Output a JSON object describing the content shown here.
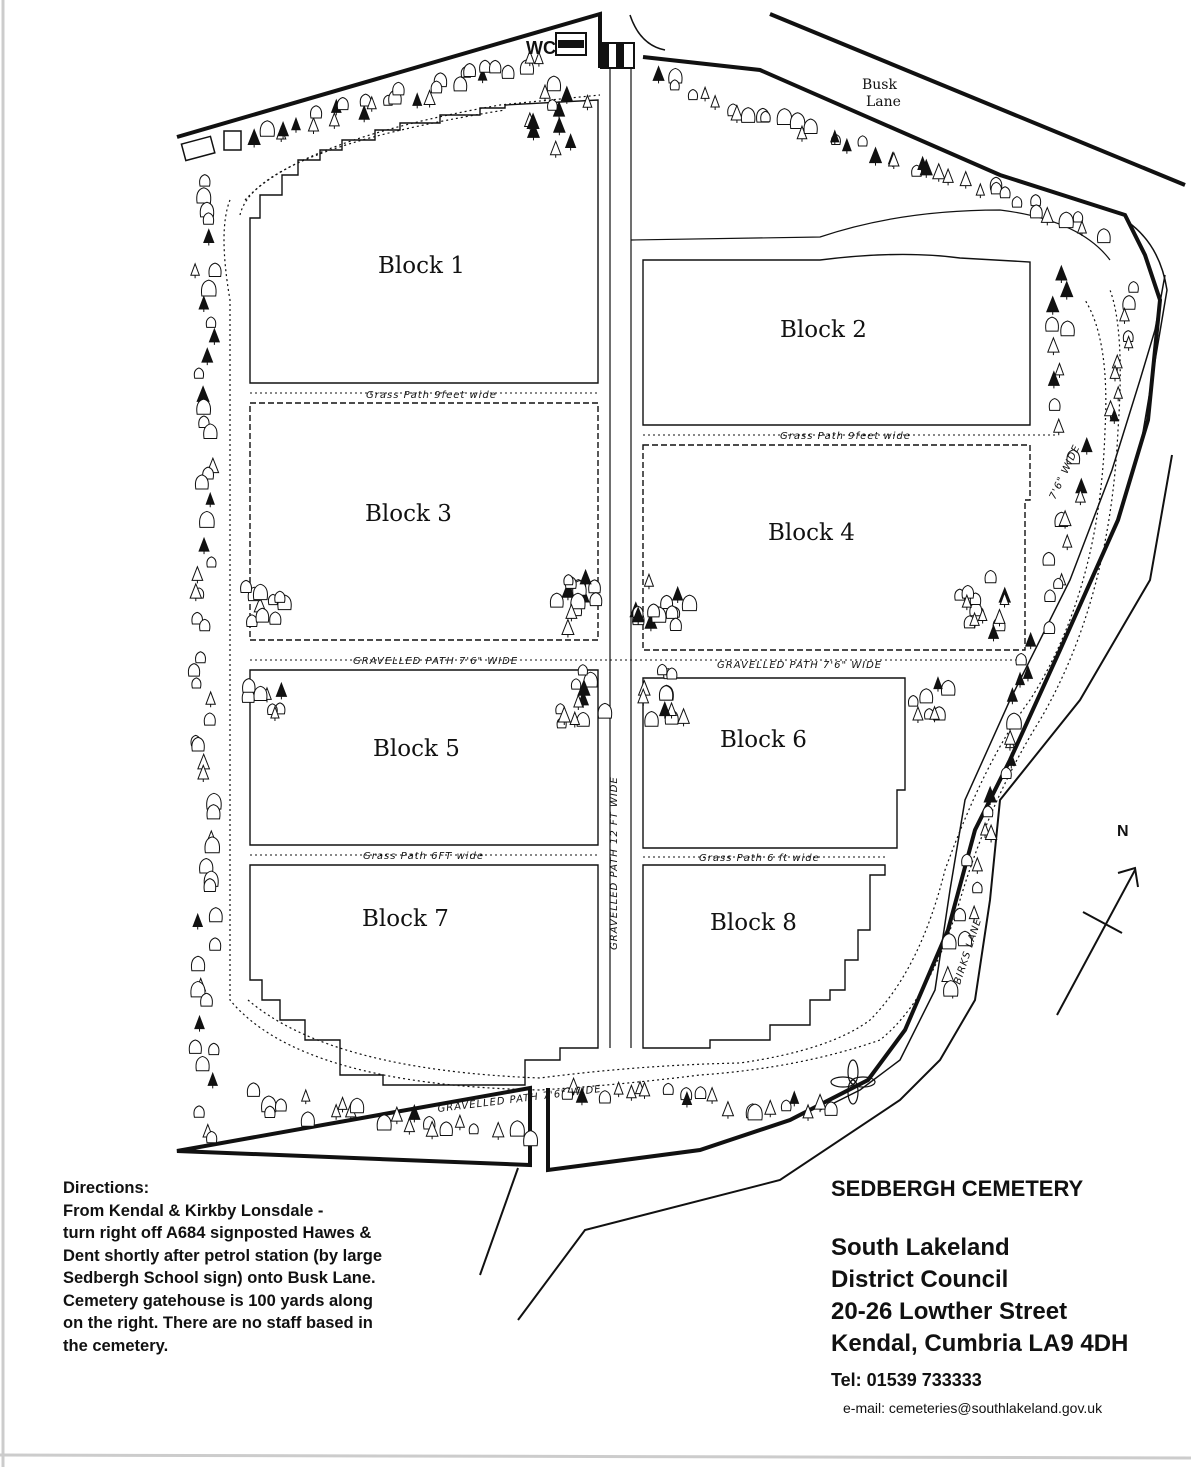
{
  "map": {
    "facilities": {
      "wc_label": "WC"
    },
    "roads": {
      "busk_lane_line1": "Busk",
      "busk_lane_line2": "Lane",
      "birks_lane": "BIRKS LANE"
    },
    "blocks": [
      "Block 1",
      "Block 2",
      "Block 3",
      "Block 4",
      "Block 5",
      "Block 6",
      "Block 7",
      "Block 8"
    ],
    "paths": {
      "grass_path_upper_left": "Grass Path 9feet wide",
      "grass_path_upper_right": "Grass Path 9feet wide",
      "gravelled_path_left": "GRAVELLED PATH 7'6\" WIDE",
      "gravelled_path_right": "GRAVELLED PATH 7'6\" WIDE",
      "grass_path_lower_left": "Grass Path 6FT wide",
      "grass_path_lower_right": "Grass Path 6 ft wide",
      "main_path_vertical": "GRAVELLED PATH 12 FT WIDE",
      "perimeter_path_bottom": "GRAVELLED PATH 7'6\" WIDE",
      "east_path": "7'6\" WIDE"
    },
    "north_label": "N"
  },
  "directions": {
    "lines": [
      "Directions:",
      "From Kendal & Kirkby Lonsdale -",
      "turn right off A684 signposted Hawes &",
      "Dent shortly after petrol station (by large",
      "Sedbergh School sign) onto Busk Lane.",
      "Cemetery gatehouse is 100 yards along",
      "on the right. There are no staff based in",
      "the cemetery."
    ]
  },
  "contact": {
    "title": "SEDBERGH CEMETERY",
    "address": [
      "South Lakeland",
      "District Council",
      "20-26 Lowther Street",
      "Kendal, Cumbria LA9 4DH"
    ],
    "tel": "Tel: 01539 733333",
    "email": "e-mail: cemeteries@southlakeland.gov.uk"
  }
}
